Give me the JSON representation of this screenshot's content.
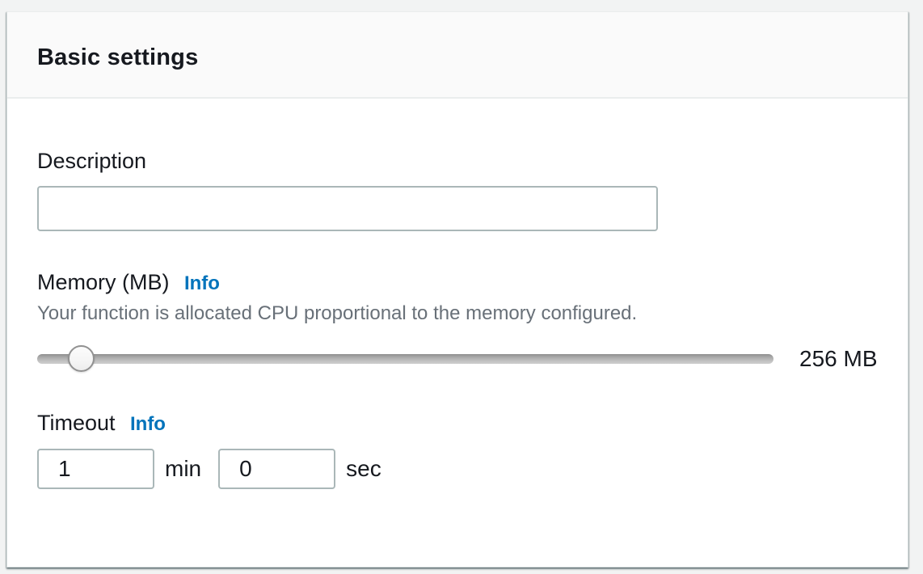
{
  "panel": {
    "title": "Basic settings"
  },
  "description": {
    "label": "Description",
    "value": ""
  },
  "memory": {
    "label": "Memory (MB)",
    "info_label": "Info",
    "helper": "Your function is allocated CPU proportional to the memory configured.",
    "value_label": "256 MB"
  },
  "timeout": {
    "label": "Timeout",
    "info_label": "Info",
    "minutes_value": "1",
    "minutes_unit": "min",
    "seconds_value": "0",
    "seconds_unit": "sec"
  },
  "colors": {
    "info_link": "#0073bb",
    "heading_text": "#16191f",
    "helper_text": "#687078",
    "panel_header_bg": "#fafafa",
    "page_bg": "#f2f3f3",
    "input_border": "#aab7b8"
  }
}
